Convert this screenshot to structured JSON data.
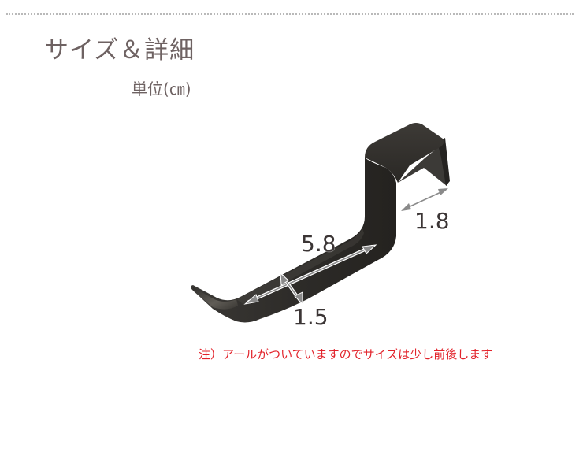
{
  "header": {
    "title": "サイズ＆詳細",
    "unit_label": "単位(㎝)"
  },
  "product": {
    "icon": "s-hook-bracket-icon",
    "body_color": "#2e2c29",
    "highlight_color": "#4a4743",
    "arrow_color": "#8a8a8a"
  },
  "dimensions": {
    "length": "5.8",
    "width": "1.5",
    "depth": "1.8"
  },
  "note": {
    "text": "注）アールがついていますのでサイズは少し前後します",
    "color": "#e2232b"
  },
  "colors": {
    "heading": "#6e6262",
    "divider": "#b9b9b9",
    "dimension_text": "#3b3535"
  }
}
